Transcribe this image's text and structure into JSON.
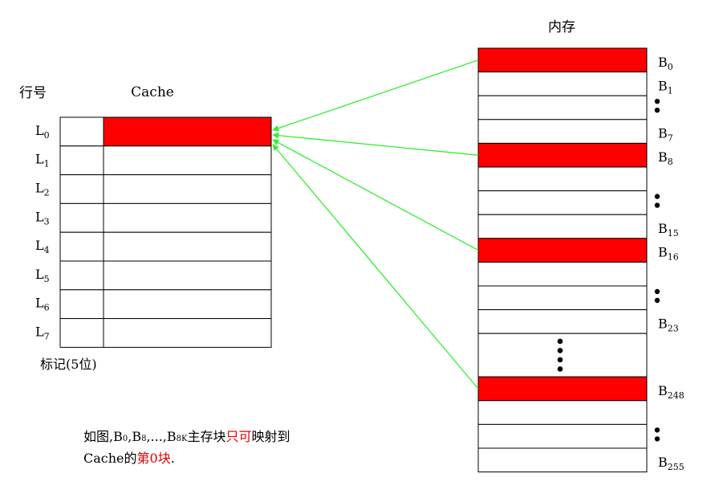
{
  "title_memory": "内存",
  "cache": {
    "row_header": "行号",
    "title": "Cache",
    "tag_label": "标记(5位)",
    "lines": [
      {
        "base": "L",
        "sub": "0",
        "highlight": true
      },
      {
        "base": "L",
        "sub": "1",
        "highlight": false
      },
      {
        "base": "L",
        "sub": "2",
        "highlight": false
      },
      {
        "base": "L",
        "sub": "3",
        "highlight": false
      },
      {
        "base": "L",
        "sub": "4",
        "highlight": false
      },
      {
        "base": "L",
        "sub": "5",
        "highlight": false
      },
      {
        "base": "L",
        "sub": "6",
        "highlight": false
      },
      {
        "base": "L",
        "sub": "7",
        "highlight": false
      }
    ]
  },
  "memory": {
    "blocks": [
      {
        "base": "B",
        "sub": "0",
        "highlight": true
      },
      {
        "base": "B",
        "sub": "1",
        "highlight": false
      },
      {
        "base": "",
        "sub": "",
        "highlight": false,
        "dots": "vertical-2"
      },
      {
        "base": "B",
        "sub": "7",
        "highlight": false
      },
      {
        "base": "B",
        "sub": "8",
        "highlight": true
      },
      {
        "base": "",
        "sub": "",
        "highlight": false
      },
      {
        "base": "",
        "sub": "",
        "highlight": false,
        "dots": "vertical-2"
      },
      {
        "base": "B",
        "sub": "15",
        "highlight": false
      },
      {
        "base": "B",
        "sub": "16",
        "highlight": true
      },
      {
        "base": "",
        "sub": "",
        "highlight": false
      },
      {
        "base": "",
        "sub": "",
        "highlight": false,
        "dots": "vertical-2"
      },
      {
        "base": "B",
        "sub": "23",
        "highlight": false
      },
      {
        "base": "",
        "sub": "",
        "highlight": false,
        "tall": true,
        "inner_dots": 4
      },
      {
        "base": "B",
        "sub": "248",
        "highlight": true
      },
      {
        "base": "",
        "sub": "",
        "highlight": false
      },
      {
        "base": "",
        "sub": "",
        "highlight": false,
        "dots": "vertical-2"
      },
      {
        "base": "B",
        "sub": "255",
        "highlight": false
      }
    ]
  },
  "caption": {
    "line1_a": "如图,B",
    "line1_sub0": "0",
    "line1_b": ",B",
    "line1_sub8": "8",
    "line1_c": ",...,B",
    "line1_sub8k": "8K",
    "line1_d": "主存块",
    "line1_red": "只可",
    "line1_e": "映射到",
    "line2_a": "Cache的",
    "line2_red": "第0块",
    "line2_b": "."
  },
  "colors": {
    "highlight": "#ff0000",
    "arrow": "#33ee33",
    "border": "#000000",
    "caption_red": "#e00000"
  }
}
